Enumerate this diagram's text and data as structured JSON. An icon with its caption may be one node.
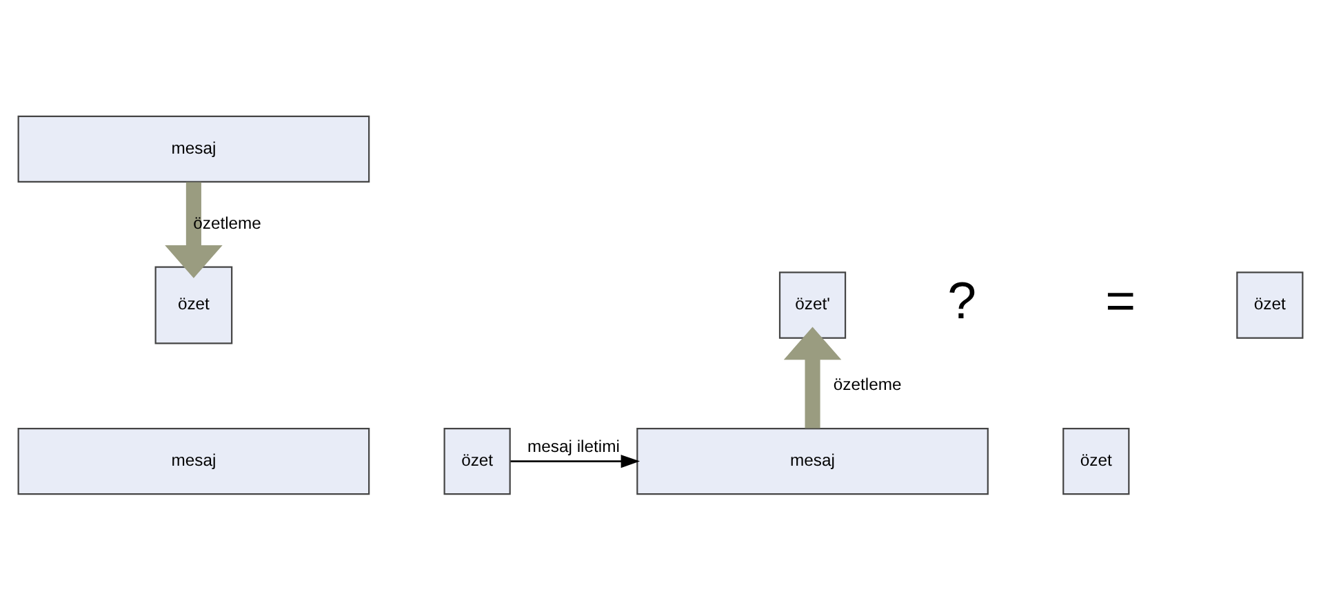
{
  "diagram": {
    "nodes": [
      {
        "text": [
          "mesaj"
        ]
      },
      {
        "text": [
          "özet"
        ]
      },
      {
        "text": [
          "mesaj"
        ]
      },
      {
        "text": [
          "özet"
        ]
      },
      {
        "text": [
          "mesaj"
        ]
      },
      {
        "text": [
          "özet"
        ]
      },
      {
        "text": [
          "özet'"
        ]
      },
      {
        "text": [
          "özet"
        ]
      }
    ],
    "edges": [
      {
        "from": 0,
        "to": 1,
        "arrow": "to",
        "label": "özetleme"
      },
      {
        "from": 3,
        "to": 4,
        "arrow": "to",
        "label": "mesaj iletimi",
        "color": "#000000"
      },
      {
        "from": 4,
        "to": 6,
        "arrow": "to",
        "label": "özetleme"
      }
    ],
    "labels": [
      "?",
      "="
    ]
  }
}
